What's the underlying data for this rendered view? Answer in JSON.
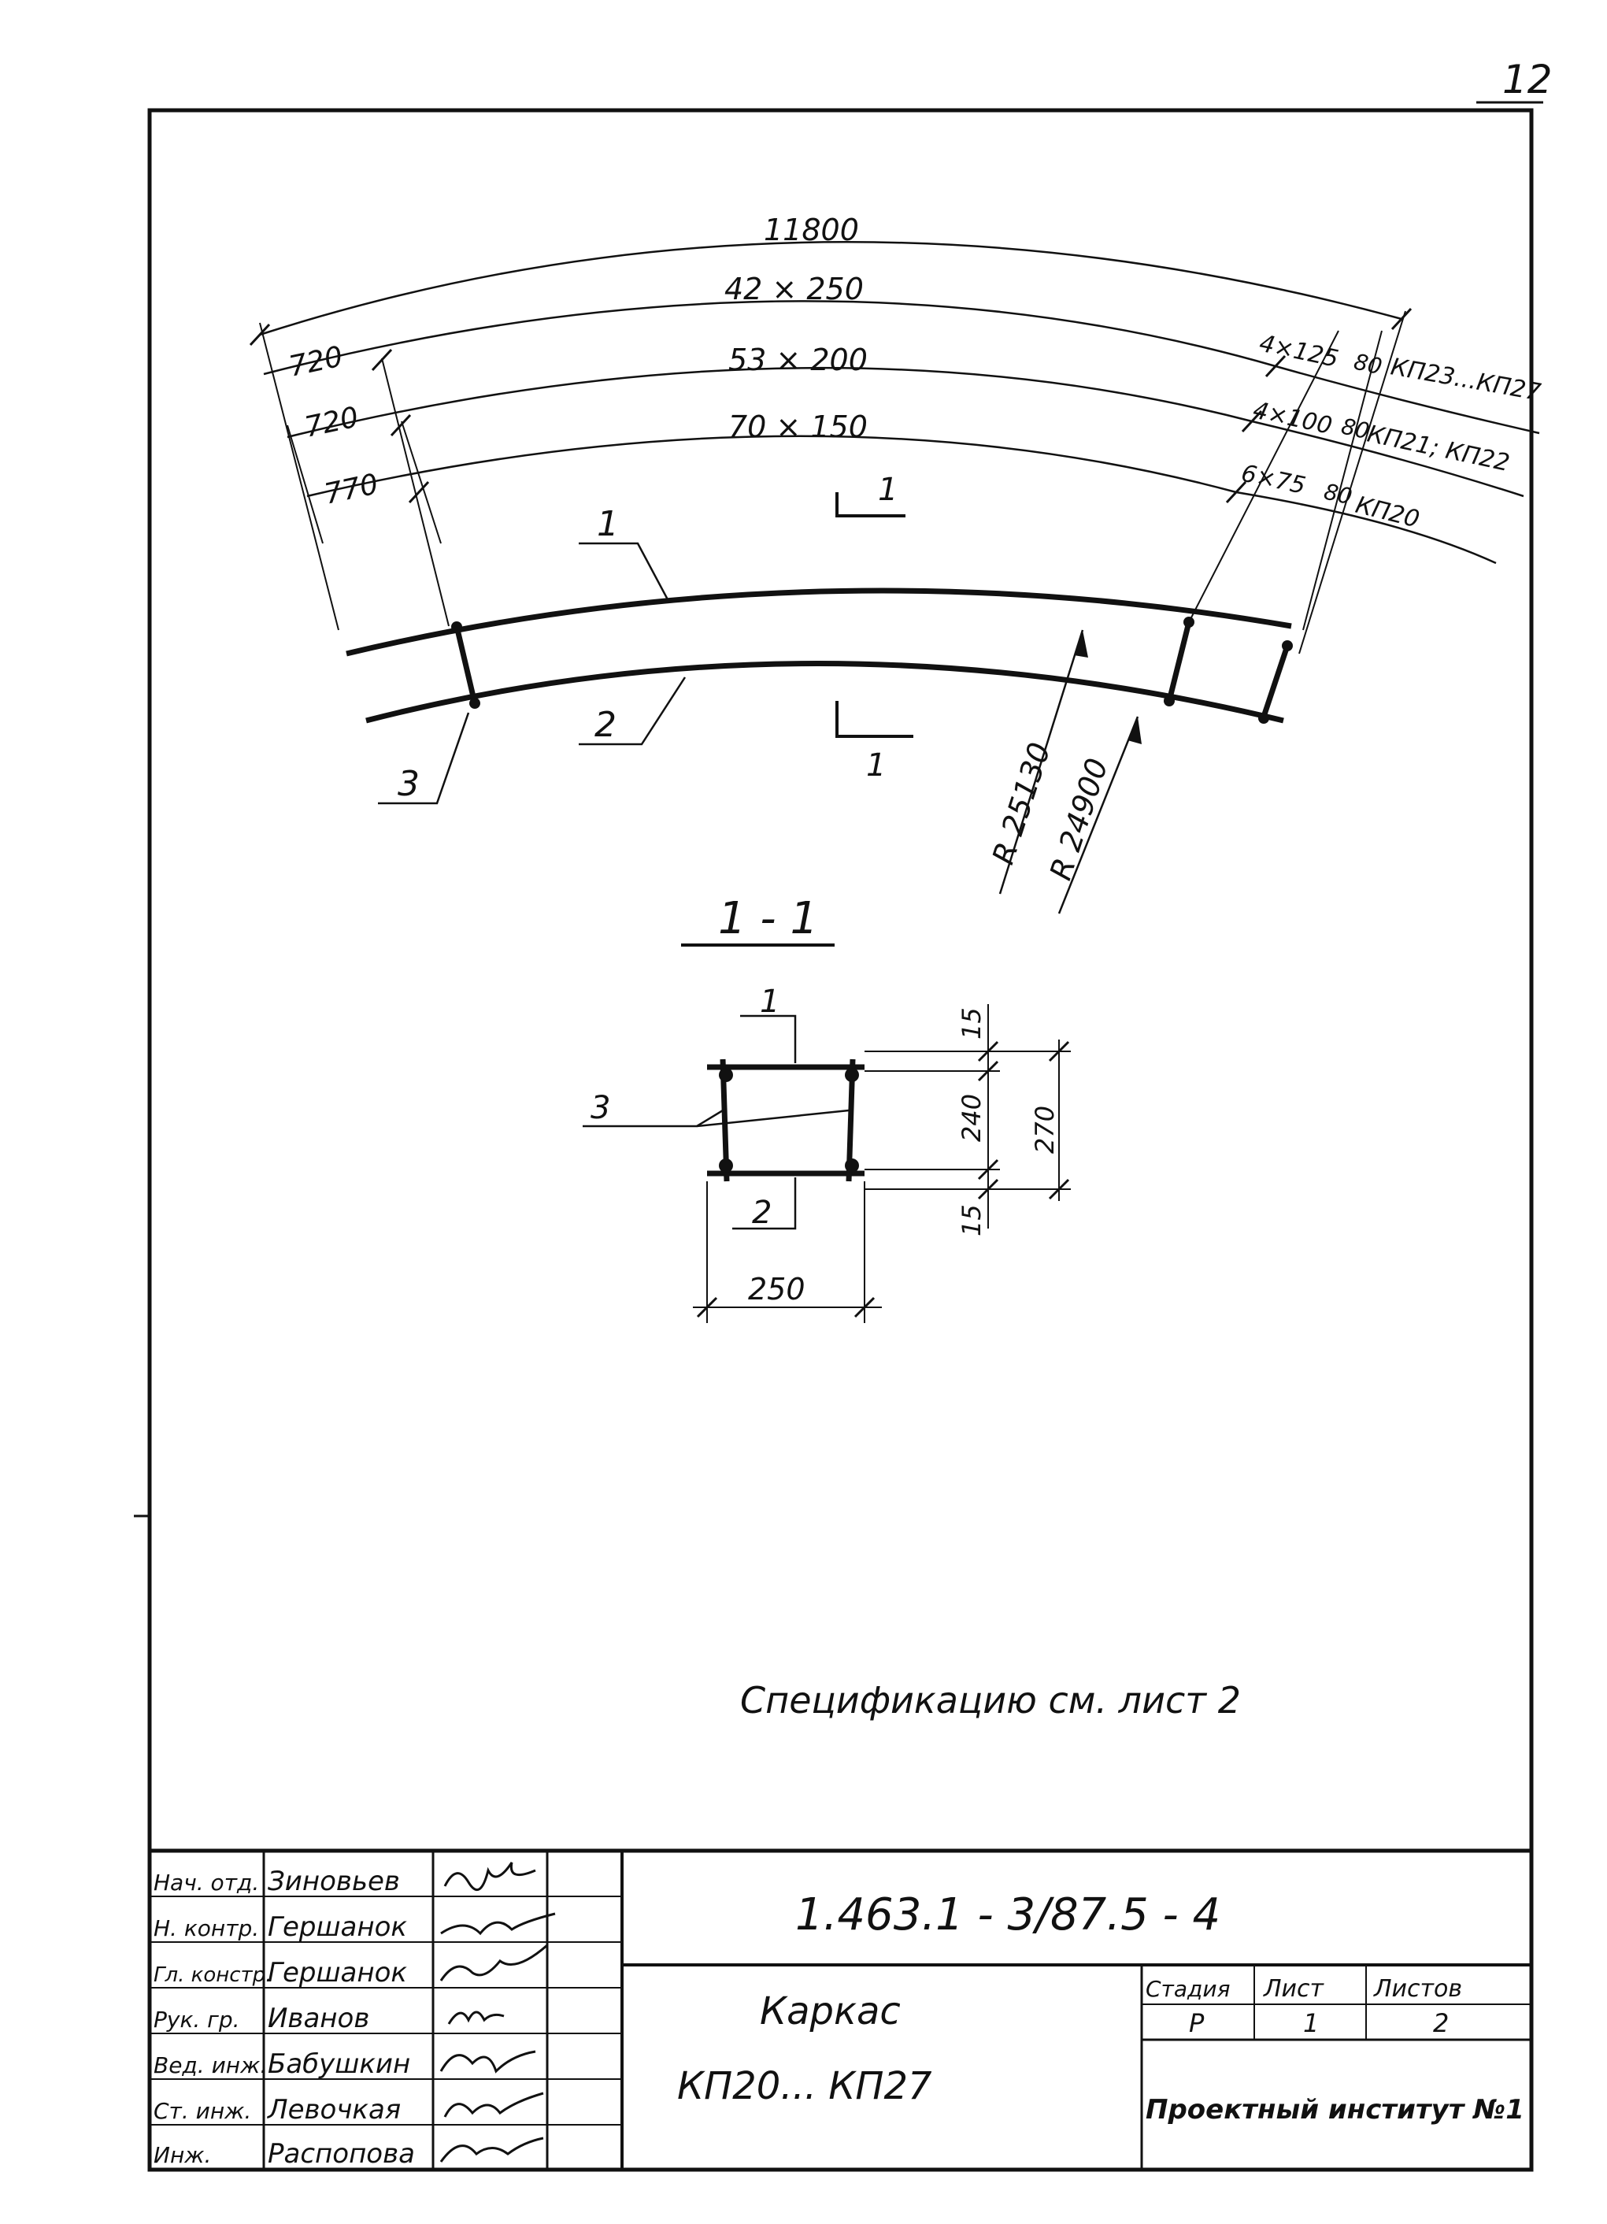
{
  "sheet_number": "12",
  "plan": {
    "total_length": "11800",
    "rows": [
      {
        "pitch": "42 × 250",
        "tail": "4×125",
        "end": "80",
        "products": "КП23...КП27"
      },
      {
        "pitch": "53 × 200",
        "start": "720",
        "tail": "4×100",
        "end": "80",
        "products": "КП21; КП22"
      },
      {
        "pitch": "70 × 150",
        "start": "720",
        "tail": "6×75",
        "end": "80",
        "products": "КП20"
      }
    ],
    "start_770": "770",
    "radius_outer": "R 25130",
    "radius_inner": "R 24900",
    "pos_1": "1",
    "pos_2": "2",
    "pos_3": "3",
    "section_mark": "1"
  },
  "section": {
    "title": "1 - 1",
    "pos_1": "1",
    "pos_2": "2",
    "pos_3": "3",
    "dim_top": "15",
    "dim_mid": "240",
    "dim_bottom": "15",
    "dim_total": "270",
    "dim_width": "250"
  },
  "note": "Спецификацию см. лист 2",
  "title_block": {
    "code": "1.463.1 - 3/87.5 - 4",
    "name_line1": "Каркас",
    "name_line2": "КП20... КП27",
    "stage_header": "Стадия",
    "sheet_header": "Лист",
    "sheets_header": "Листов",
    "stage_value": "Р",
    "sheet_value": "1",
    "sheets_value": "2",
    "organization": "Проектный институт №1",
    "staff": [
      {
        "role": "Нач. отд.",
        "name": "Зиновьев"
      },
      {
        "role": "Н. контр.",
        "name": "Гершанок"
      },
      {
        "role": "Гл. констр.",
        "name": "Гершанок"
      },
      {
        "role": "Рук. гр.",
        "name": "Иванов"
      },
      {
        "role": "Вед. инж.",
        "name": "Бабушкин"
      },
      {
        "role": "Ст. инж.",
        "name": "Левочкая"
      },
      {
        "role": "Инж.",
        "name": "Распопова"
      }
    ]
  }
}
